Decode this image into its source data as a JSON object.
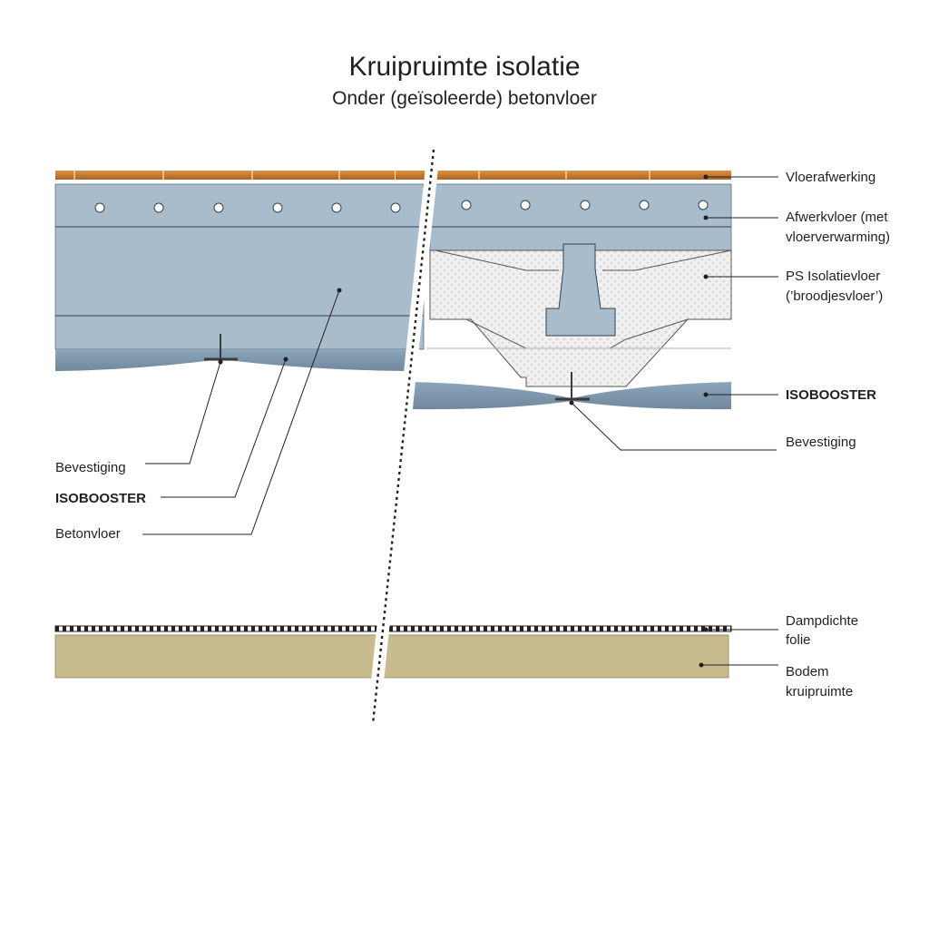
{
  "title": "Kruipruimte isolatie",
  "subtitle": "Onder (geïsoleerde) betonvloer",
  "labels": {
    "vloerafwerking": "Vloerafwerking",
    "afwerkvloer_line1": "Afwerkvloer (met",
    "afwerkvloer_line2": "vloerverwarming)",
    "ps_line1": "PS Isolatievloer",
    "ps_line2": "(’broodjesvloer’)",
    "isobooster_right": "ISOBOOSTER",
    "bevestiging_right": "Bevestiging",
    "bevestiging_left": "Bevestiging",
    "isobooster_left": "ISOBOOSTER",
    "betonvloer": "Betonvloer",
    "dampdichte_line1": "Dampdichte",
    "dampdichte_line2": "folie",
    "bodem_line1": "Bodem",
    "bodem_line2": "kruipruimte"
  },
  "colors": {
    "wood": "#c47a32",
    "concrete": "#a9bccb",
    "isobooster": "#7f98ad",
    "ps_foam": "#eeeeee",
    "soil": "#c8bc8e",
    "line": "#231f20"
  }
}
